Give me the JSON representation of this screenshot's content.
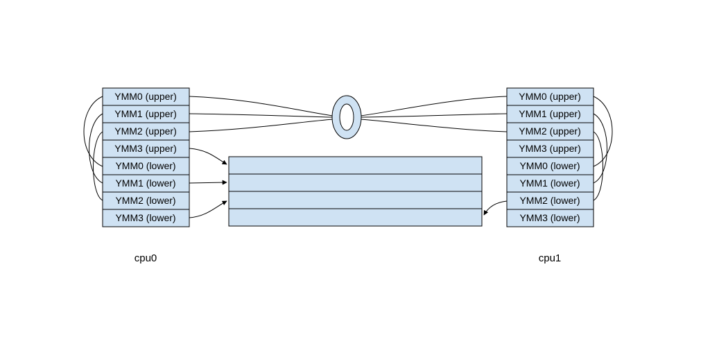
{
  "diagram": {
    "left_cpu": {
      "label": "cpu0",
      "registers": [
        "YMM0 (upper)",
        "YMM1 (upper)",
        "YMM2 (upper)",
        "YMM3 (upper)",
        "YMM0 (lower)",
        "YMM1 (lower)",
        "YMM2 (lower)",
        "YMM3 (lower)"
      ]
    },
    "right_cpu": {
      "label": "cpu1",
      "registers": [
        "YMM0 (upper)",
        "YMM1 (upper)",
        "YMM2 (upper)",
        "YMM3 (upper)",
        "YMM0 (lower)",
        "YMM1 (lower)",
        "YMM2 (lower)",
        "YMM3 (lower)"
      ]
    },
    "buffer": {
      "rows": 4
    },
    "colors": {
      "box_fill": "#cfe2f3",
      "box_border": "#000000",
      "line": "#000000",
      "background": "#ffffff"
    }
  }
}
